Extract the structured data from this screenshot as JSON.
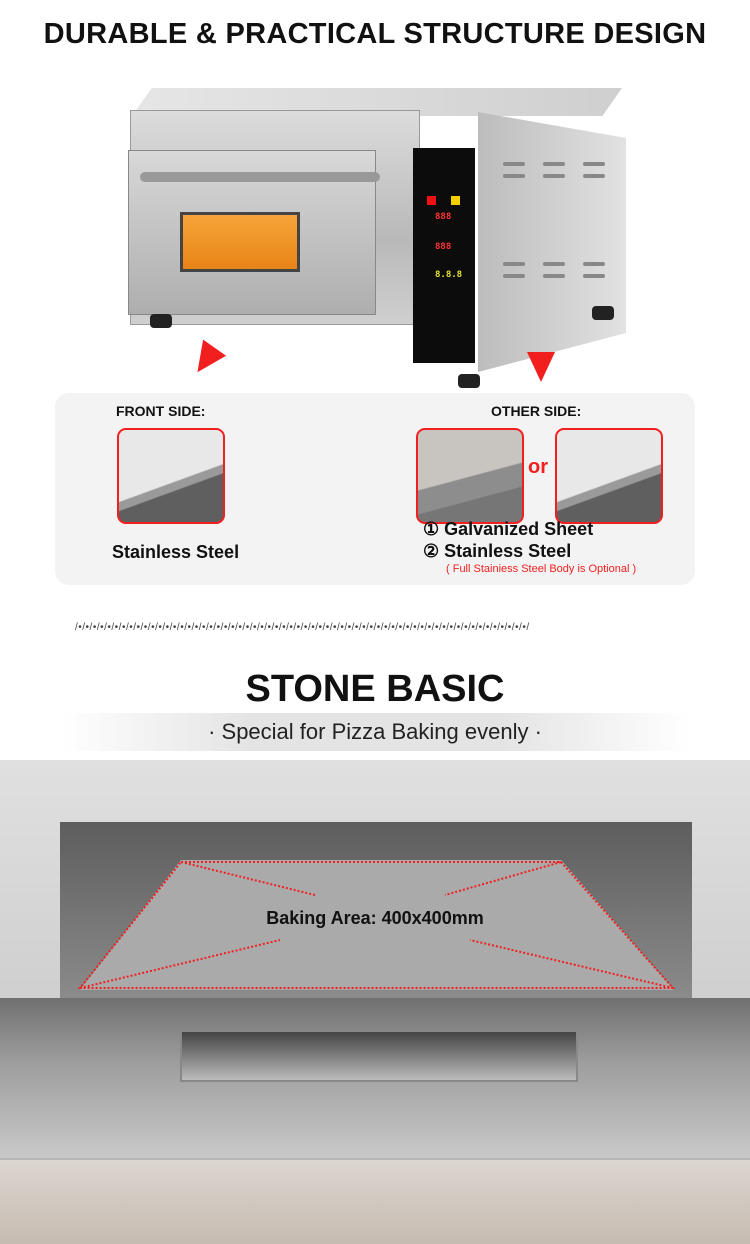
{
  "header": {
    "title": "DURABLE & PRACTICAL STRUCTURE DESIGN"
  },
  "colors": {
    "accent": "#f21f1f",
    "panel_bg": "#f3f3f3"
  },
  "materials": {
    "front_label": "FRONT SIDE:",
    "front_material": "Stainless Steel",
    "other_label": "OTHER SIDE:",
    "or": "or",
    "option1": "① Galvanized Sheet",
    "option2": "② Stainless Steel",
    "note": "( Full Stainiess Steel Body is Optional )"
  },
  "separator": "/•/•/•/•/•/•/•/•/•/•/•/•/•/•/•/•/•/•/•/•/•/•/•/•/•/•/•/•/•/•/•/•/•/•/•/•/•/•/•/•/•/•/•/•/•/•/•/•/•/•/•/•/•/•/•/•/•/•/•/•/•/•/",
  "stone": {
    "title": "STONE BASIC",
    "subtitle": "· Special for Pizza Baking evenly ·",
    "area": "Baking Area: 400x400mm"
  },
  "control_panel": {
    "temp1": "888",
    "temp2": "888",
    "timer": "8.8.8"
  }
}
